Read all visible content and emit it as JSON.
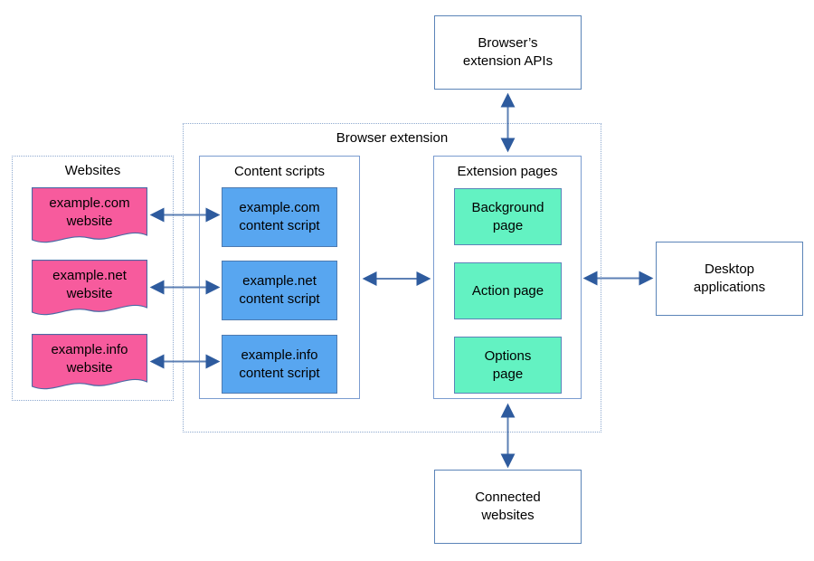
{
  "colors": {
    "pink_fill": "#f75b9d",
    "blue_fill": "#58a6f0",
    "green_fill": "#63f2c2",
    "box_border": "#5b84b8",
    "group_border": "#8ea9cf",
    "arrow_shaft": "#5d80b5",
    "arrow_head": "#2e5b9e"
  },
  "nodes": {
    "browser_apis": {
      "label": "Browser’s\nextension APIs"
    },
    "desktop_apps": {
      "label": "Desktop\napplications"
    },
    "connected_websites": {
      "label": "Connected\nwebsites"
    }
  },
  "groups": {
    "websites": {
      "title": "Websites",
      "items": [
        {
          "label": "example.com\nwebsite"
        },
        {
          "label": "example.net\nwebsite"
        },
        {
          "label": "example.info\nwebsite"
        }
      ]
    },
    "browser_extension": {
      "title": "Browser extension",
      "content_scripts": {
        "title": "Content scripts",
        "items": [
          {
            "label": "example.com\ncontent script"
          },
          {
            "label": "example.net\ncontent script"
          },
          {
            "label": "example.info\ncontent script"
          }
        ]
      },
      "extension_pages": {
        "title": "Extension pages",
        "items": [
          {
            "label": "Background\npage"
          },
          {
            "label": "Action page"
          },
          {
            "label": "Options\npage"
          }
        ]
      }
    }
  },
  "arrows": {
    "description": "double-headed connectors",
    "count": 7
  }
}
